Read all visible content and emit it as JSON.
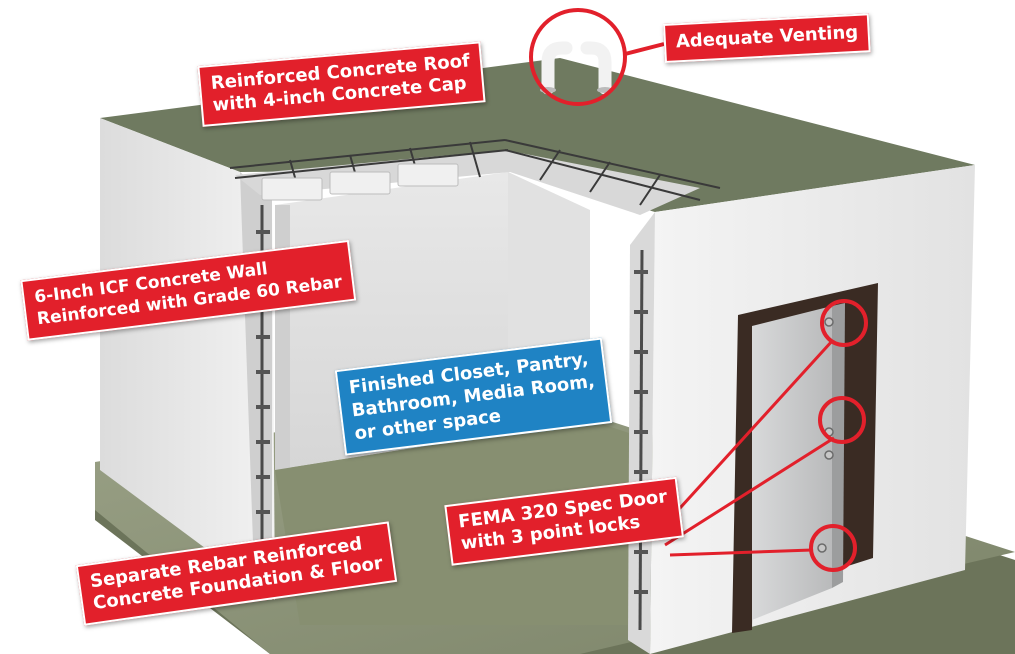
{
  "labels": {
    "venting": "Adequate Venting",
    "roof": [
      "Reinforced Concrete Roof",
      "with 4-inch Concrete Cap"
    ],
    "wall": [
      "6-Inch ICF Concrete Wall",
      "Reinforced with Grade 60 Rebar"
    ],
    "space": [
      "Finished Closet, Pantry,",
      "Bathroom, Media Room,",
      "or other space"
    ],
    "door": [
      "FEMA 320 Spec Door",
      "with 3 point locks"
    ],
    "foundation": [
      "Separate Rebar Reinforced",
      "Concrete Foundation & Floor"
    ]
  },
  "colors": {
    "callout_red": "#e2202b",
    "callout_blue": "#1f83c4",
    "roof_green": "#6f7a60",
    "floor_green": "#8a9275",
    "wall_white": "#eeeeee",
    "door_frame": "#3a2b23",
    "door_panel": "#c9cacb"
  }
}
